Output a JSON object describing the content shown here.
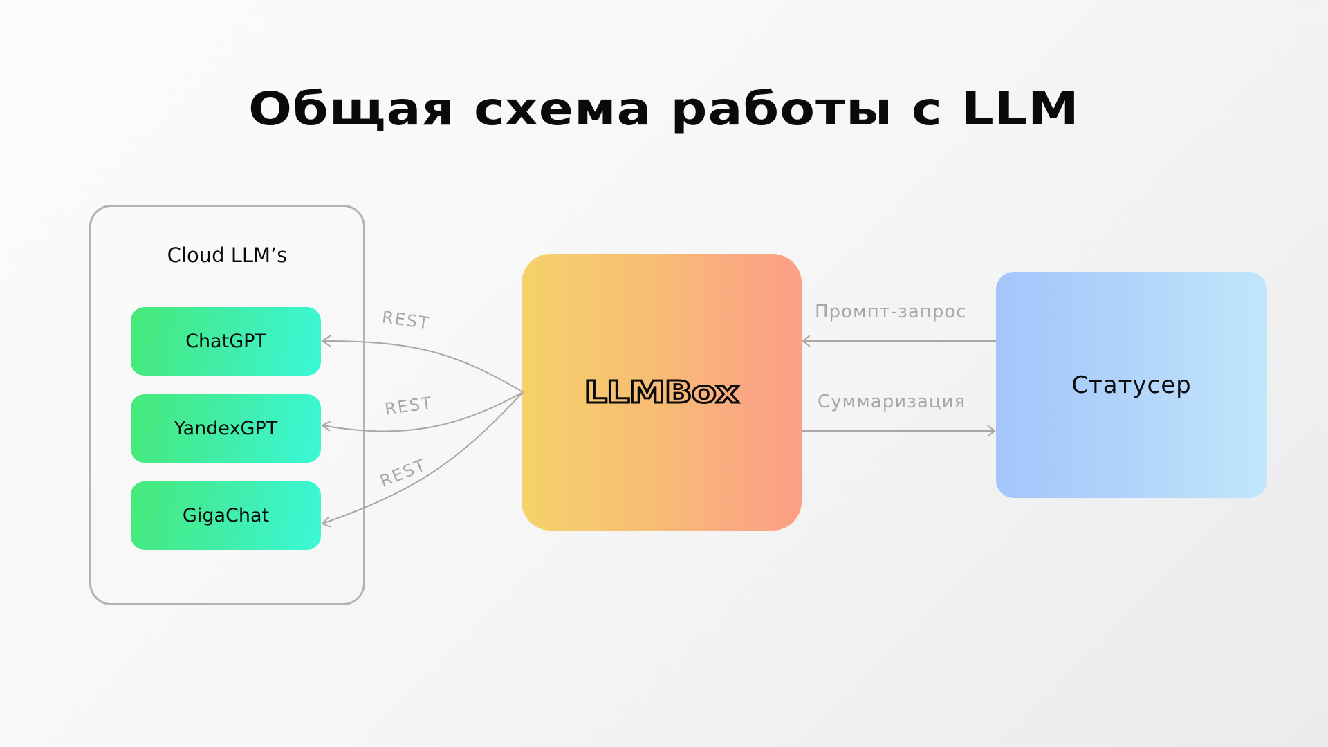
{
  "title": "Общая схема работы с LLM",
  "cloud": {
    "title": "Cloud LLM’s",
    "items": [
      {
        "label": "ChatGPT"
      },
      {
        "label": "YandexGPT"
      },
      {
        "label": "GigaChat"
      }
    ]
  },
  "center": {
    "label": "LLMBox"
  },
  "right": {
    "label": "Статусер"
  },
  "edges": {
    "rest_labels": [
      "REST",
      "REST",
      "REST"
    ],
    "prompt_request": "Промпт-запрос",
    "summarization": "Суммаризация"
  },
  "colors": {
    "cloud_item_gradient": [
      "#46e978",
      "#3bf8d8"
    ],
    "llmbox_gradient": [
      "#f5d26a",
      "#fd9f85"
    ],
    "statuser_gradient": [
      "#a3c5fb",
      "#c2e6fb"
    ],
    "line": "#aaa6a6",
    "cloud_border": "#b7b1b1"
  }
}
